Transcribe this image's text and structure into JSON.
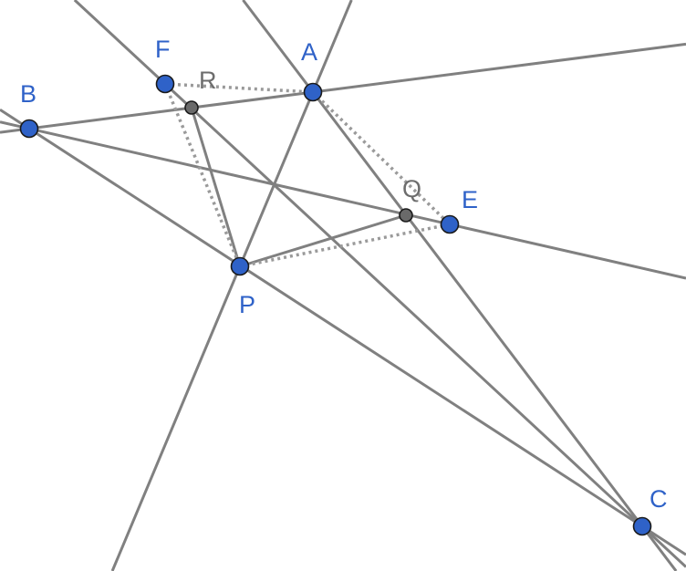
{
  "diagram": {
    "points": [
      {
        "id": "A",
        "label": "A",
        "type": "main"
      },
      {
        "id": "B",
        "label": "B",
        "type": "main"
      },
      {
        "id": "C",
        "label": "C",
        "type": "main"
      },
      {
        "id": "E",
        "label": "E",
        "type": "main"
      },
      {
        "id": "F",
        "label": "F",
        "type": "main"
      },
      {
        "id": "P",
        "label": "P",
        "type": "main"
      },
      {
        "id": "Q",
        "label": "Q",
        "type": "aux"
      },
      {
        "id": "R",
        "label": "R",
        "type": "aux"
      }
    ],
    "lines": [
      {
        "id": "line-ab",
        "through": [
          "B",
          "A"
        ]
      },
      {
        "id": "line-ac",
        "through": [
          "A",
          "C"
        ]
      },
      {
        "id": "line-bc",
        "through": [
          "B",
          "C"
        ]
      },
      {
        "id": "line-fc",
        "through": [
          "F",
          "C"
        ]
      },
      {
        "id": "line-be",
        "through": [
          "B",
          "E"
        ]
      },
      {
        "id": "line-ap",
        "through": [
          "A",
          "P"
        ]
      }
    ],
    "segments": [
      {
        "id": "seg-pr",
        "from": "P",
        "to": "R"
      },
      {
        "id": "seg-pq",
        "from": "P",
        "to": "Q"
      }
    ],
    "dotted_segments": [
      {
        "id": "dot-fa",
        "from": "F",
        "to": "A"
      },
      {
        "id": "dot-fp",
        "from": "F",
        "to": "P"
      },
      {
        "id": "dot-ae",
        "from": "A",
        "to": "E"
      },
      {
        "id": "dot-pe",
        "from": "P",
        "to": "E"
      }
    ],
    "colors": {
      "main_point": "#2f62c8",
      "aux_point": "#6a6a6a",
      "line": "#808080",
      "label_main": "#2f62c8",
      "label_aux": "#6d6d6d"
    }
  }
}
